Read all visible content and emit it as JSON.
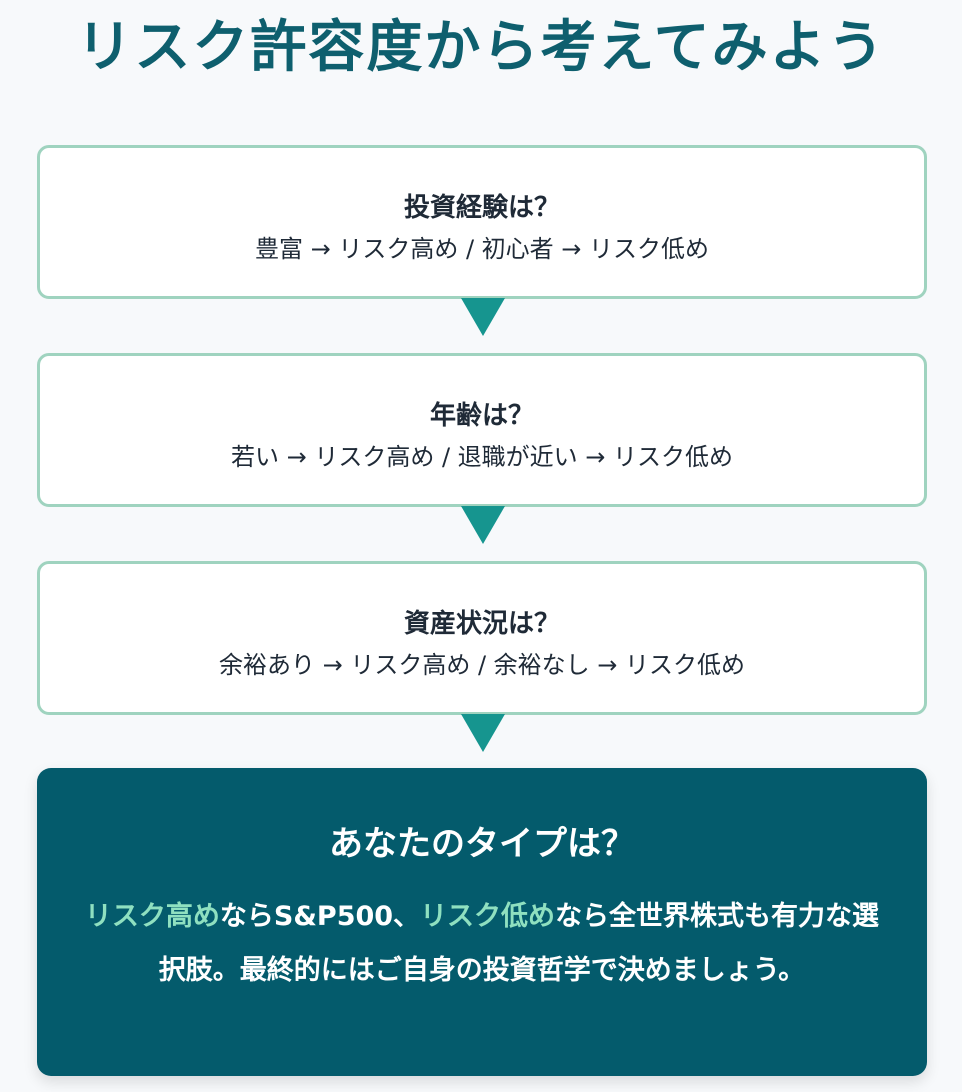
{
  "title": "リスク許容度から考えてみよう",
  "steps": [
    {
      "question": "投資経験は？",
      "answer": "豊富 → リスク高め / 初心者 → リスク低め"
    },
    {
      "question": "年齢は？",
      "answer": "若い → リスク高め / 退職が近い → リスク低め"
    },
    {
      "question": "資産状況は？",
      "answer": "余裕あり → リスク高め / 余裕なし → リスク低め"
    }
  ],
  "result": {
    "title": "あなたのタイプは？",
    "body": {
      "highlight1": "リスク高め",
      "text1": "ならS&P500、",
      "highlight2": "リスク低め",
      "text2": "なら全世界株式も有力な選択肢。最終的にはご自身の投資哲学で決めましょう。"
    }
  },
  "colors": {
    "title": "#0e5f6e",
    "box_border": "#9fd3bf",
    "arrow": "#16958f",
    "result_bg": "#045b6c",
    "highlight": "#8fe0c0"
  }
}
